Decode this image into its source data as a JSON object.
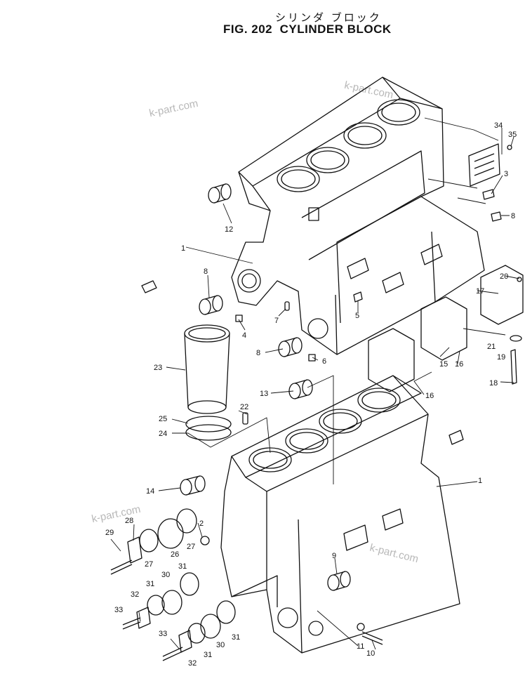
{
  "title": {
    "japanese": "シリンダ ブロック",
    "figure": "FIG. 202",
    "name": "CYLINDER BLOCK"
  },
  "watermarks": [
    "k-part.com",
    "k-part.com",
    "k-part.com",
    "k-part.com"
  ],
  "callouts": {
    "c1a": "1",
    "c1b": "1",
    "c2": "2",
    "c3": "3",
    "c4": "4",
    "c5": "5",
    "c6": "6",
    "c7": "7",
    "c8a": "8",
    "c8b": "8",
    "c8c": "8",
    "c9": "9",
    "c10": "10",
    "c11": "11",
    "c12": "12",
    "c13": "13",
    "c14": "14",
    "c15": "15",
    "c16a": "16",
    "c16b": "16",
    "c17": "17",
    "c18": "18",
    "c19": "19",
    "c20": "20",
    "c21": "21",
    "c22": "22",
    "c23": "23",
    "c24": "24",
    "c25": "25",
    "c26": "26",
    "c27a": "27",
    "c27b": "27",
    "c28": "28",
    "c29": "29",
    "c30a": "30",
    "c30b": "30",
    "c31a": "31",
    "c31b": "31",
    "c31c": "31",
    "c31d": "31",
    "c32a": "32",
    "c32b": "32",
    "c33a": "33",
    "c33b": "33",
    "c34": "34",
    "c35": "35"
  }
}
